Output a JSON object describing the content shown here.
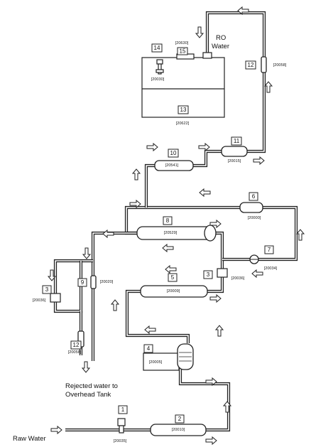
{
  "labels": {
    "ro_water_line1": "RO",
    "ro_water_line2": "Water",
    "raw_water": "Raw Water",
    "rejected_line1": "Rejected water to",
    "rejected_line2": "Overhead Tank"
  },
  "components": {
    "c1": {
      "num": "1",
      "code": "[20035]"
    },
    "c2": {
      "num": "2",
      "code": "[20010]"
    },
    "c3a": {
      "num": "3",
      "code": "[20036]"
    },
    "c3b": {
      "num": "3",
      "code": "[20036]"
    },
    "c4": {
      "num": "4",
      "code": "[20005]"
    },
    "c5": {
      "num": "5",
      "code": "[20009]"
    },
    "c6": {
      "num": "6",
      "code": "[20000]"
    },
    "c7": {
      "num": "7",
      "code": "[20034]"
    },
    "c8": {
      "num": "8",
      "code": "[20529]"
    },
    "c9": {
      "num": "9",
      "code": "[20020]"
    },
    "c10": {
      "num": "10",
      "code": "[20541]"
    },
    "c11": {
      "num": "11",
      "code": "[20015]"
    },
    "c12a": {
      "num": "12",
      "code": "[20058]"
    },
    "c12b": {
      "num": "12",
      "code": "[20058]"
    },
    "c13": {
      "num": "13",
      "code": "[20622]"
    },
    "c14": {
      "num": "14",
      "code": "[20030]"
    },
    "c15": {
      "num": "15",
      "code": "[20630]"
    }
  }
}
